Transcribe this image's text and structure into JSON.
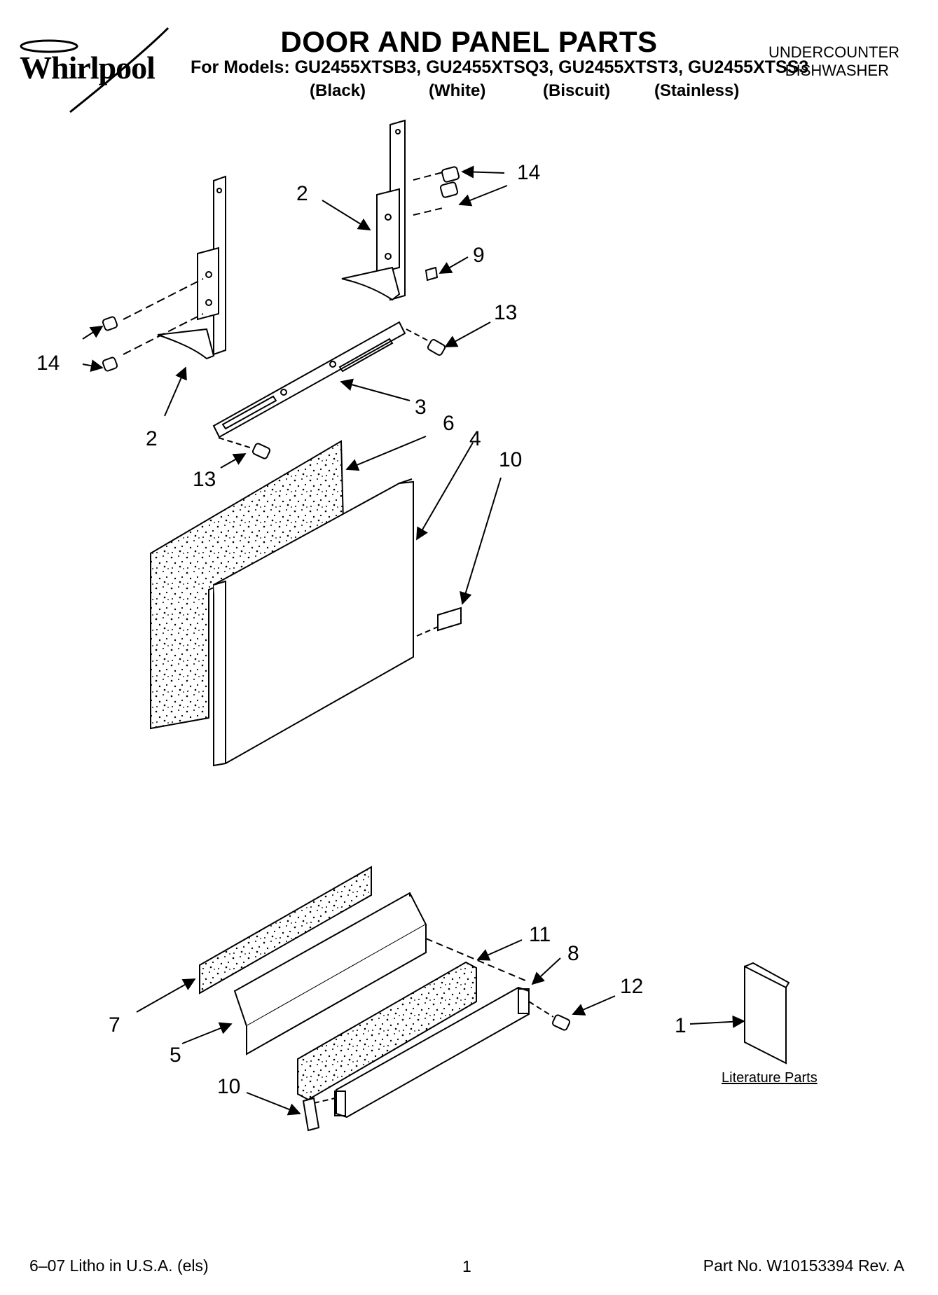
{
  "header": {
    "brand": "Whirlpool",
    "title": "DOOR AND PANEL PARTS",
    "models_line": "For Models: GU2455XTSB3, GU2455XTSQ3, GU2455XTST3, GU2455XTSS3",
    "color_labels": [
      "(Black)",
      "(White)",
      "(Biscuit)",
      "(Stainless)"
    ],
    "category_line1": "UNDERCOUNTER",
    "category_line2": "DISHWASHER"
  },
  "callouts": [
    "14",
    "2",
    "14",
    "9",
    "13",
    "14",
    "2",
    "3",
    "6",
    "4",
    "10",
    "13",
    "11",
    "8",
    "12",
    "7",
    "5",
    "1",
    "10"
  ],
  "literature_label": "Literature Parts",
  "footer": {
    "left": "6–07 Litho in U.S.A. (els)",
    "page": "1",
    "right": "Part No. W10153394 Rev. A"
  }
}
